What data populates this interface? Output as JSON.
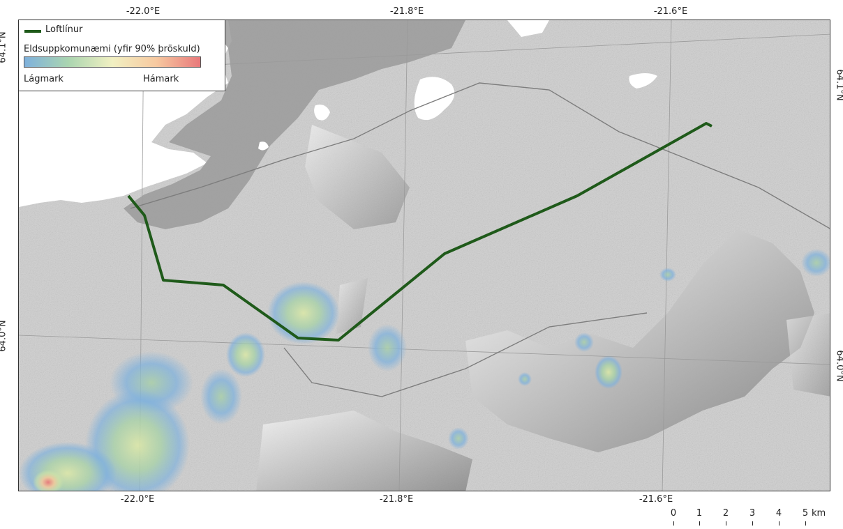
{
  "axes": {
    "lon_ticks": [
      "-22.0°E",
      "-21.8°E",
      "-21.6°E"
    ],
    "lat_ticks": [
      "64.1°N",
      "64.0°N"
    ]
  },
  "legend": {
    "line_label": "Loftlínur",
    "line_color": "#1f5a1a",
    "ramp_title": "Eldsuppkomunæmi (yfir 90% þröskuld)",
    "ramp_min_label": "Lágmark",
    "ramp_max_label": "Hámark",
    "ramp_colors": [
      "#7fb1dc",
      "#aad5b0",
      "#f1f0c2",
      "#f7c9a0",
      "#e8787a"
    ]
  },
  "scalebar": {
    "ticks": [
      "0",
      "1",
      "2",
      "3",
      "4",
      "5"
    ],
    "unit": "km"
  },
  "colors": {
    "land": "#cfcfcf",
    "water": "#ffffff",
    "urban": "#8e8e8e",
    "graticule": "#9a9a9a"
  }
}
